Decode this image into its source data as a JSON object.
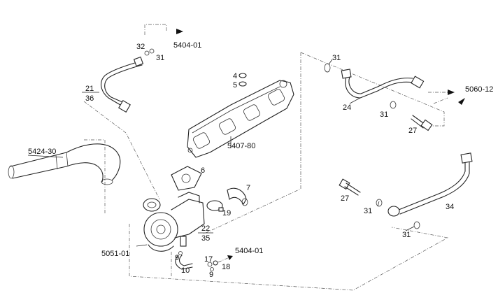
{
  "labels": {
    "ref_5404_01_top": "5404-01",
    "ref_5404_01_bottom": "5404-01",
    "ref_5060_12": "5060-12",
    "ref_5424_30": "5424-30",
    "ref_5407_80": "5407-80",
    "ref_5051_01": "5051-01",
    "p32": "32",
    "p31_a": "31",
    "p21": "21",
    "p36": "36",
    "p4": "4",
    "p5": "5",
    "p6": "6",
    "p7": "7",
    "p19": "19",
    "p22": "22",
    "p35": "35",
    "p9_a": "9",
    "p10": "10",
    "p17": "17",
    "p18": "18",
    "p9_b": "9",
    "p31_b": "31",
    "p24": "24",
    "p31_c": "31",
    "p27_a": "27",
    "p27_b": "27",
    "p31_d": "31",
    "p34": "34",
    "p31_e": "31"
  }
}
